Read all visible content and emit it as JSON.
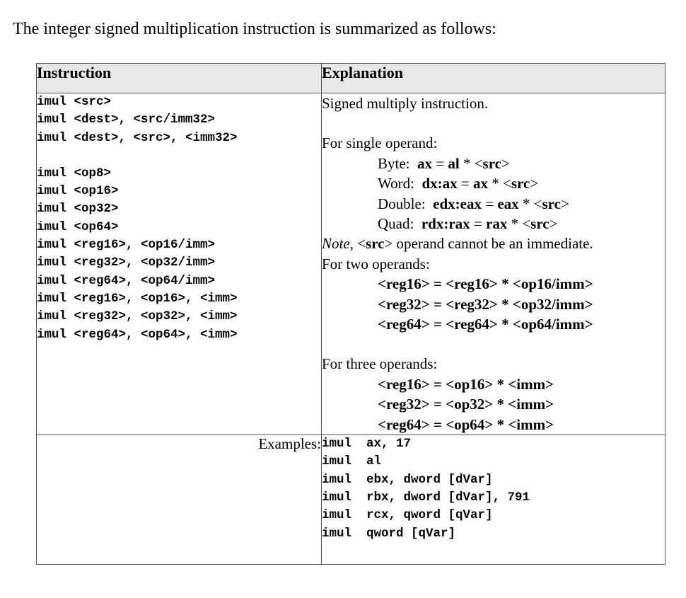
{
  "intro": "The integer signed multiplication instruction is summarized as follows:",
  "table": {
    "header_instruction": "Instruction",
    "header_explanation": "Explanation",
    "instruction_group1": [
      "imul <src>",
      "imul <dest>, <src/imm32>",
      "imul <dest>, <src>, <imm32>"
    ],
    "instruction_group2": [
      "imul <op8>",
      "imul <op16>",
      "imul <op32>",
      "imul <op64>",
      "imul <reg16>, <op16/imm>",
      "imul <reg32>, <op32/imm>",
      "imul <reg64>, <op64/imm>",
      "imul <reg16>, <op16>, <imm>",
      "imul <reg32>, <op32>, <imm>",
      "imul <reg64>, <op64>, <imm>"
    ],
    "explanation": {
      "intro": "Signed multiply instruction.",
      "single_heading": "For single operand:",
      "byte": {
        "label": "Byte:",
        "lhs": "ax",
        "eq": " = ",
        "reg": "al",
        "rest": " * <",
        "src": "src",
        "close": ">"
      },
      "word": {
        "label": "Word:",
        "lhs": "dx:ax",
        "eq": " = ",
        "reg": "ax",
        "rest": " * <",
        "src": "src",
        "close": ">"
      },
      "double": {
        "label": "Double:",
        "lhs": "edx:eax",
        "eq": " = ",
        "reg": "eax",
        "rest": " * <",
        "src": "src",
        "close": ">"
      },
      "quad": {
        "label": "Quad:",
        "lhs": "rdx:rax",
        "eq": " = ",
        "reg": "rax",
        "rest": " * <",
        "src": "src",
        "close": ">"
      },
      "note_word": "Note",
      "note_mid": ", <",
      "note_src": "src",
      "note_rest": "> operand cannot be an immediate.",
      "two_heading": "For two operands:",
      "two_lines": [
        "<reg16> = <reg16> * <op16/imm>",
        "<reg32> = <reg32> * <op32/imm>",
        "<reg64> = <reg64> * <op64/imm>"
      ],
      "three_heading": "For three operands:",
      "three_lines": [
        "<reg16> = <op16> * <imm>",
        "<reg32> = <op32> * <imm>",
        "<reg64> = <op64> * <imm>"
      ]
    },
    "examples_label": "Examples:",
    "examples": [
      "imul  ax, 17",
      "imul  al",
      "imul  ebx, dword [dVar]",
      "imul  rbx, dword [dVar], 791",
      "imul  rcx, qword [qVar]",
      "imul  qword [qVar]"
    ]
  }
}
